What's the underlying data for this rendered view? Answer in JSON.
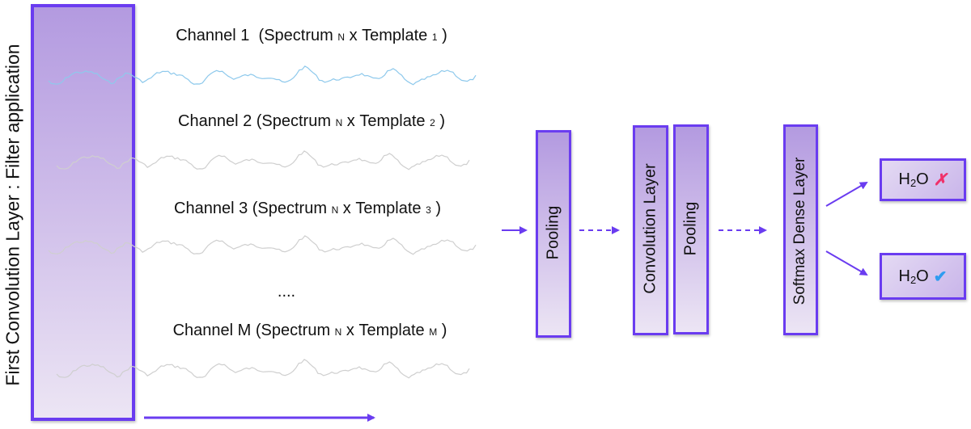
{
  "diagram": {
    "side_title": "First Convolution Layer : Filter application",
    "channels": [
      {
        "label": "Channel 1",
        "spectrum": "Spectrum",
        "spectrum_sub": "N",
        "times": "x",
        "template": "Template",
        "template_sub": "1",
        "wave_color": "#8ec9ec"
      },
      {
        "label": "Channel 2",
        "spectrum": "Spectrum",
        "spectrum_sub": "N",
        "times": "x",
        "template": "Template",
        "template_sub": "2",
        "wave_color": "#cfcfcf"
      },
      {
        "label": "Channel 3",
        "spectrum": "Spectrum",
        "spectrum_sub": "N",
        "times": "x",
        "template": "Template",
        "template_sub": "3",
        "wave_color": "#cfcfcf"
      },
      {
        "label": "Channel M",
        "spectrum": "Spectrum",
        "spectrum_sub": "N",
        "times": "x",
        "template": "Template",
        "template_sub": "M",
        "wave_color": "#cfcfcf"
      }
    ],
    "ellipsis": "....",
    "layers": {
      "pooling_1": "Pooling",
      "convolution": "Convolution Layer",
      "pooling_2": "Pooling",
      "softmax": "Softmax Dense Layer"
    },
    "outputs": [
      {
        "molecule": "H",
        "subscript": "2",
        "suffix": "O",
        "mark": "✗",
        "mark_name": "cross-icon",
        "mark_color": "#f0306a"
      },
      {
        "molecule": "H",
        "subscript": "2",
        "suffix": "O",
        "mark": "✔",
        "mark_name": "check-icon",
        "mark_color": "#2f9cf0"
      }
    ],
    "colors": {
      "accent": "#6a3cf0"
    }
  }
}
